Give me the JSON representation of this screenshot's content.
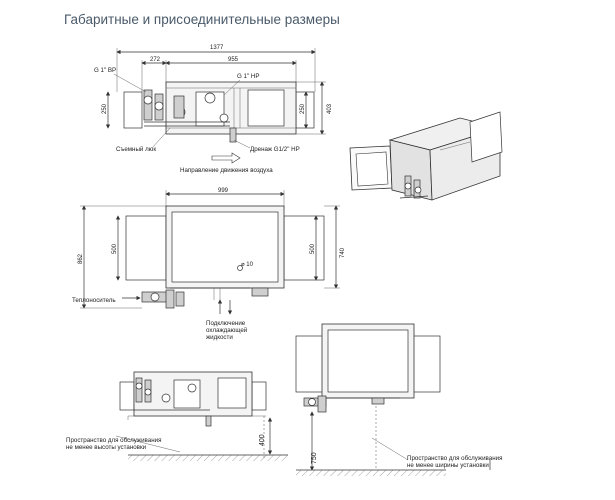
{
  "title": "Габаритные и присоединительные размеры",
  "dims": {
    "overall_length": "1377",
    "left_section": "272",
    "mid_section": "955",
    "height_left": "250",
    "height_right_inner": "250",
    "height_right": "403",
    "front_width": "999",
    "front_height_outer": "862",
    "front_height_left": "500",
    "front_height_inner": "500",
    "front_height_right": "740",
    "hole": "⌀ 10",
    "service_height": "400",
    "service_width": "750"
  },
  "labels": {
    "g1_vr": "G 1\" ВР",
    "g1_nr": "G 1\" НР",
    "removable_hatch": "Съемный люк",
    "drain": "Дренаж G1/2\" НР",
    "airflow": "Направление движения воздуха",
    "heat_carrier": "Теплоноситель",
    "coolant_line1": "Подключение",
    "coolant_line2": "охлаждающей",
    "coolant_line3": "жидкости",
    "service_left_line1": "Пространство для обслуживания",
    "service_left_line2": "не менее высоты установки",
    "service_right_line1": "Пространство для обслуживания",
    "service_right_line2": "не менее ширины установки"
  }
}
